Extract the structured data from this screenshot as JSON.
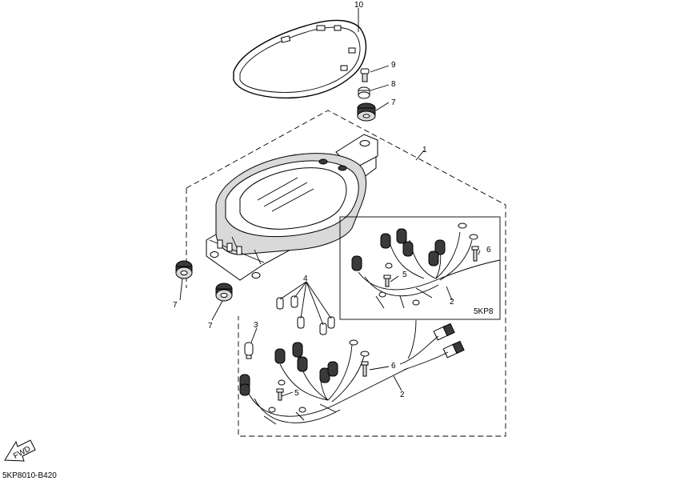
{
  "callouts": {
    "c10": "10",
    "c9": "9",
    "c8": "8",
    "c7_top": "7",
    "c1": "1",
    "c6_inset": "6",
    "c5_inset": "5",
    "c2_inset": "2",
    "c4": "4",
    "c3": "3",
    "c7_left_a": "7",
    "c7_left_b": "7",
    "c6_main": "6",
    "c5_main": "5",
    "c2_main": "2"
  },
  "inset_label": "5KP8",
  "fwd_label": "FWD",
  "diagram_code": "5KP8010-B420"
}
